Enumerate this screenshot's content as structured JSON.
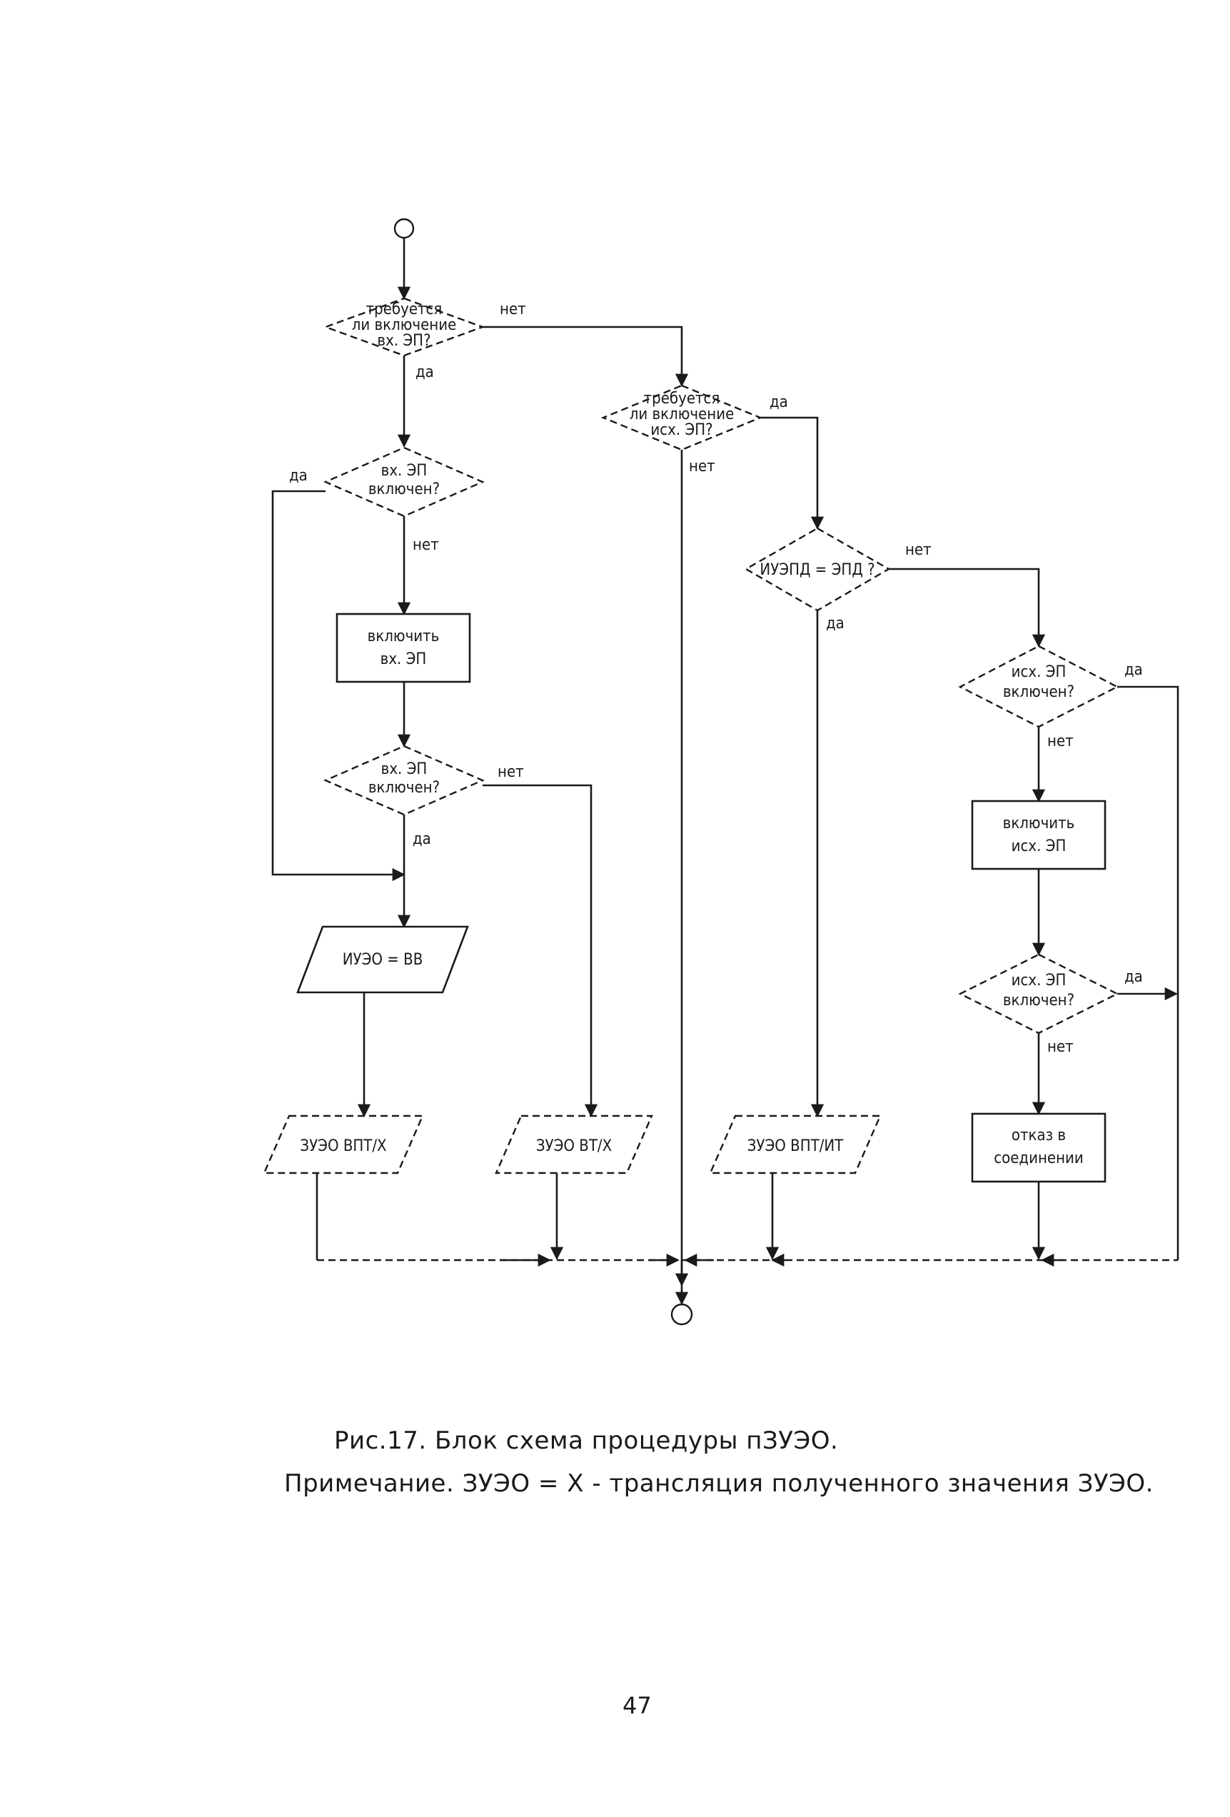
{
  "diagram": {
    "nodes": {
      "q_need_in": [
        "требуется",
        "ли включение",
        "вх. ЭП?"
      ],
      "q_need_out": [
        "требуется",
        "ли включение",
        "исх. ЭП?"
      ],
      "q_in_on_1": [
        "вх. ЭП",
        "включен?"
      ],
      "p_turn_on_in": [
        "включить",
        "вх. ЭП"
      ],
      "q_in_on_2": [
        "вх. ЭП",
        "включен?"
      ],
      "a_iueo": "ИУЭО = ВВ",
      "io_1": "ЗУЭО ВПТ/Х",
      "io_2": "ЗУЭО ВТ/Х",
      "q_iuepd": "ИУЭПД = ЭПД ?",
      "io_3": "ЗУЭО ВПТ/ИТ",
      "q_out_on_1": [
        "исх. ЭП",
        "включен?"
      ],
      "p_turn_on_out": [
        "включить",
        "исх. ЭП"
      ],
      "q_out_on_2": [
        "исх. ЭП",
        "включен?"
      ],
      "p_fail": [
        "отказ в",
        "соединении"
      ]
    },
    "edge_labels": {
      "e1_no": "нет",
      "e1_yes": "да",
      "e2_yes": "да",
      "e2_no": "нет",
      "e3_yes": "да",
      "e3_no": "нет",
      "e4_no": "нет",
      "e4_yes": "да",
      "e5_no": "нет",
      "e5_yes": "да",
      "e6_yes": "да",
      "e6_no": "нет",
      "e7_yes": "да",
      "e7_no": "нет"
    }
  },
  "caption": {
    "figure": "Рис.17. Блок схема процедуры пЗУЭО.",
    "note": "Примечание. ЗУЭО = Х - трансляция полученного значения ЗУЭО."
  },
  "page_number": "47"
}
